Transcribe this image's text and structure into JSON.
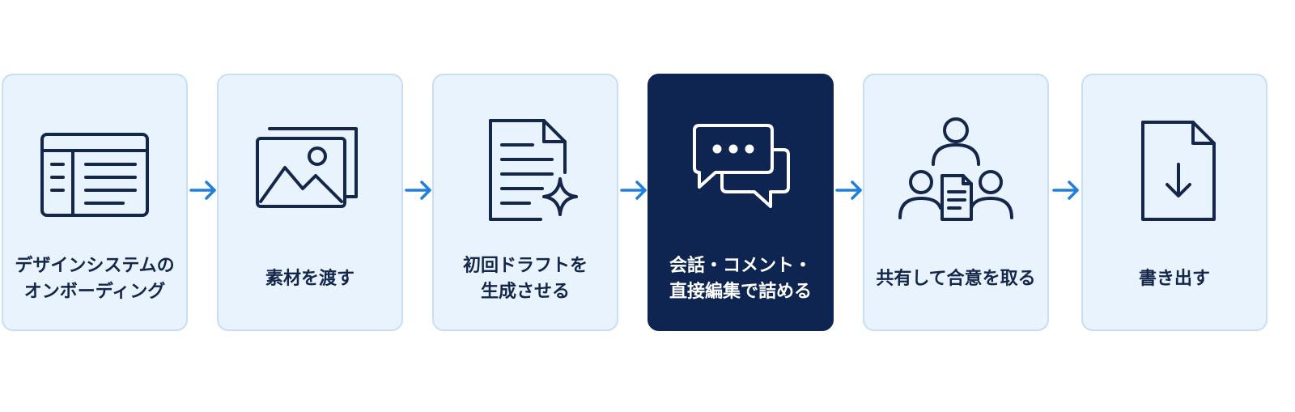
{
  "colors": {
    "card_background": "#e9f3fd",
    "card_border": "#c8def5",
    "active_background": "#0e2552",
    "icon_stroke": "#14264a",
    "active_icon_stroke": "#ffffff",
    "arrow": "#1e7fe0"
  },
  "steps": [
    {
      "lines": [
        "デザインシステムの",
        "オンボーディング"
      ],
      "icon": "layout-window-icon",
      "active": false
    },
    {
      "lines": [
        "素材を渡す"
      ],
      "icon": "image-stack-icon",
      "active": false
    },
    {
      "lines": [
        "初回ドラフトを",
        "生成させる"
      ],
      "icon": "document-sparkle-icon",
      "active": false
    },
    {
      "lines": [
        "会話・コメント・",
        "直接編集で詰める"
      ],
      "icon": "chat-bubbles-icon",
      "active": true
    },
    {
      "lines": [
        "共有して合意を取る"
      ],
      "icon": "team-document-icon",
      "active": false
    },
    {
      "lines": [
        "書き出す"
      ],
      "icon": "file-download-icon",
      "active": false
    }
  ]
}
